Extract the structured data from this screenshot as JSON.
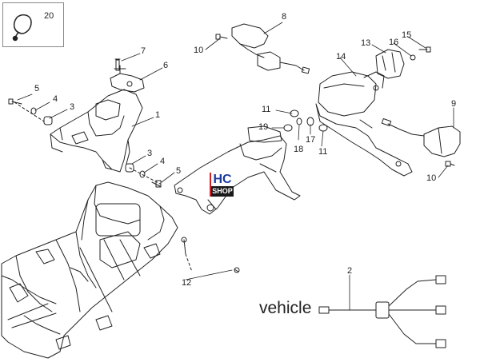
{
  "callouts": [
    {
      "id": "c1",
      "text": "1"
    },
    {
      "id": "c2",
      "text": "2"
    },
    {
      "id": "c3a",
      "text": "3"
    },
    {
      "id": "c3b",
      "text": "3"
    },
    {
      "id": "c4a",
      "text": "4"
    },
    {
      "id": "c4b",
      "text": "4"
    },
    {
      "id": "c5a",
      "text": "5"
    },
    {
      "id": "c5b",
      "text": "5"
    },
    {
      "id": "c6",
      "text": "6"
    },
    {
      "id": "c7",
      "text": "7"
    },
    {
      "id": "c8",
      "text": "8"
    },
    {
      "id": "c9",
      "text": "9"
    },
    {
      "id": "c10a",
      "text": "10"
    },
    {
      "id": "c10b",
      "text": "10"
    },
    {
      "id": "c11a",
      "text": "11"
    },
    {
      "id": "c11b",
      "text": "11"
    },
    {
      "id": "c12",
      "text": "12"
    },
    {
      "id": "c13",
      "text": "13"
    },
    {
      "id": "c14",
      "text": "14"
    },
    {
      "id": "c15",
      "text": "15"
    },
    {
      "id": "c16",
      "text": "16"
    },
    {
      "id": "c17",
      "text": "17"
    },
    {
      "id": "c18",
      "text": "18"
    },
    {
      "id": "c19",
      "text": "19"
    }
  ],
  "reference_box": {
    "number": "20",
    "icon": "cable-tie-icon"
  },
  "wiring_label": "vehicle",
  "watermark": {
    "line1": "HC",
    "line2": "SHOP"
  },
  "colors": {
    "line": "#222222",
    "logo_blue": "#1a3a9c",
    "logo_red": "#d31f26"
  }
}
